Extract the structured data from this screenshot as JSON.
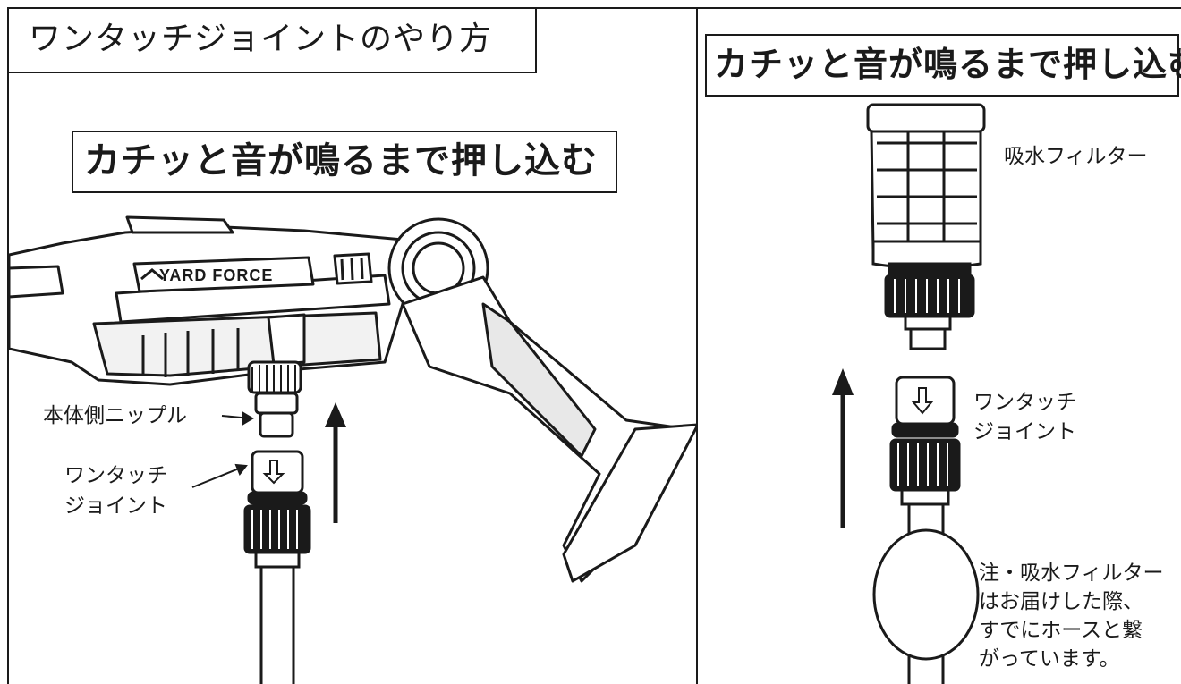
{
  "left": {
    "title": "ワンタッチジョイントのやり方",
    "heading": "カチッと音が鳴るまで押し込む",
    "brand": "YARD FORCE",
    "nipple_label": "本体側ニップル",
    "joint_label_line1": "ワンタッチ",
    "joint_label_line2": "ジョイント"
  },
  "right": {
    "heading": "カチッと音が鳴るまで押し込む",
    "filter_label": "吸水フィルター",
    "joint_label_line1": "ワンタッチ",
    "joint_label_line2": "ジョイント",
    "note_line1": "注・吸水フィルター",
    "note_line2": "はお届けした際、",
    "note_line3": "すでにホースと繋",
    "note_line4": "がっています。"
  }
}
